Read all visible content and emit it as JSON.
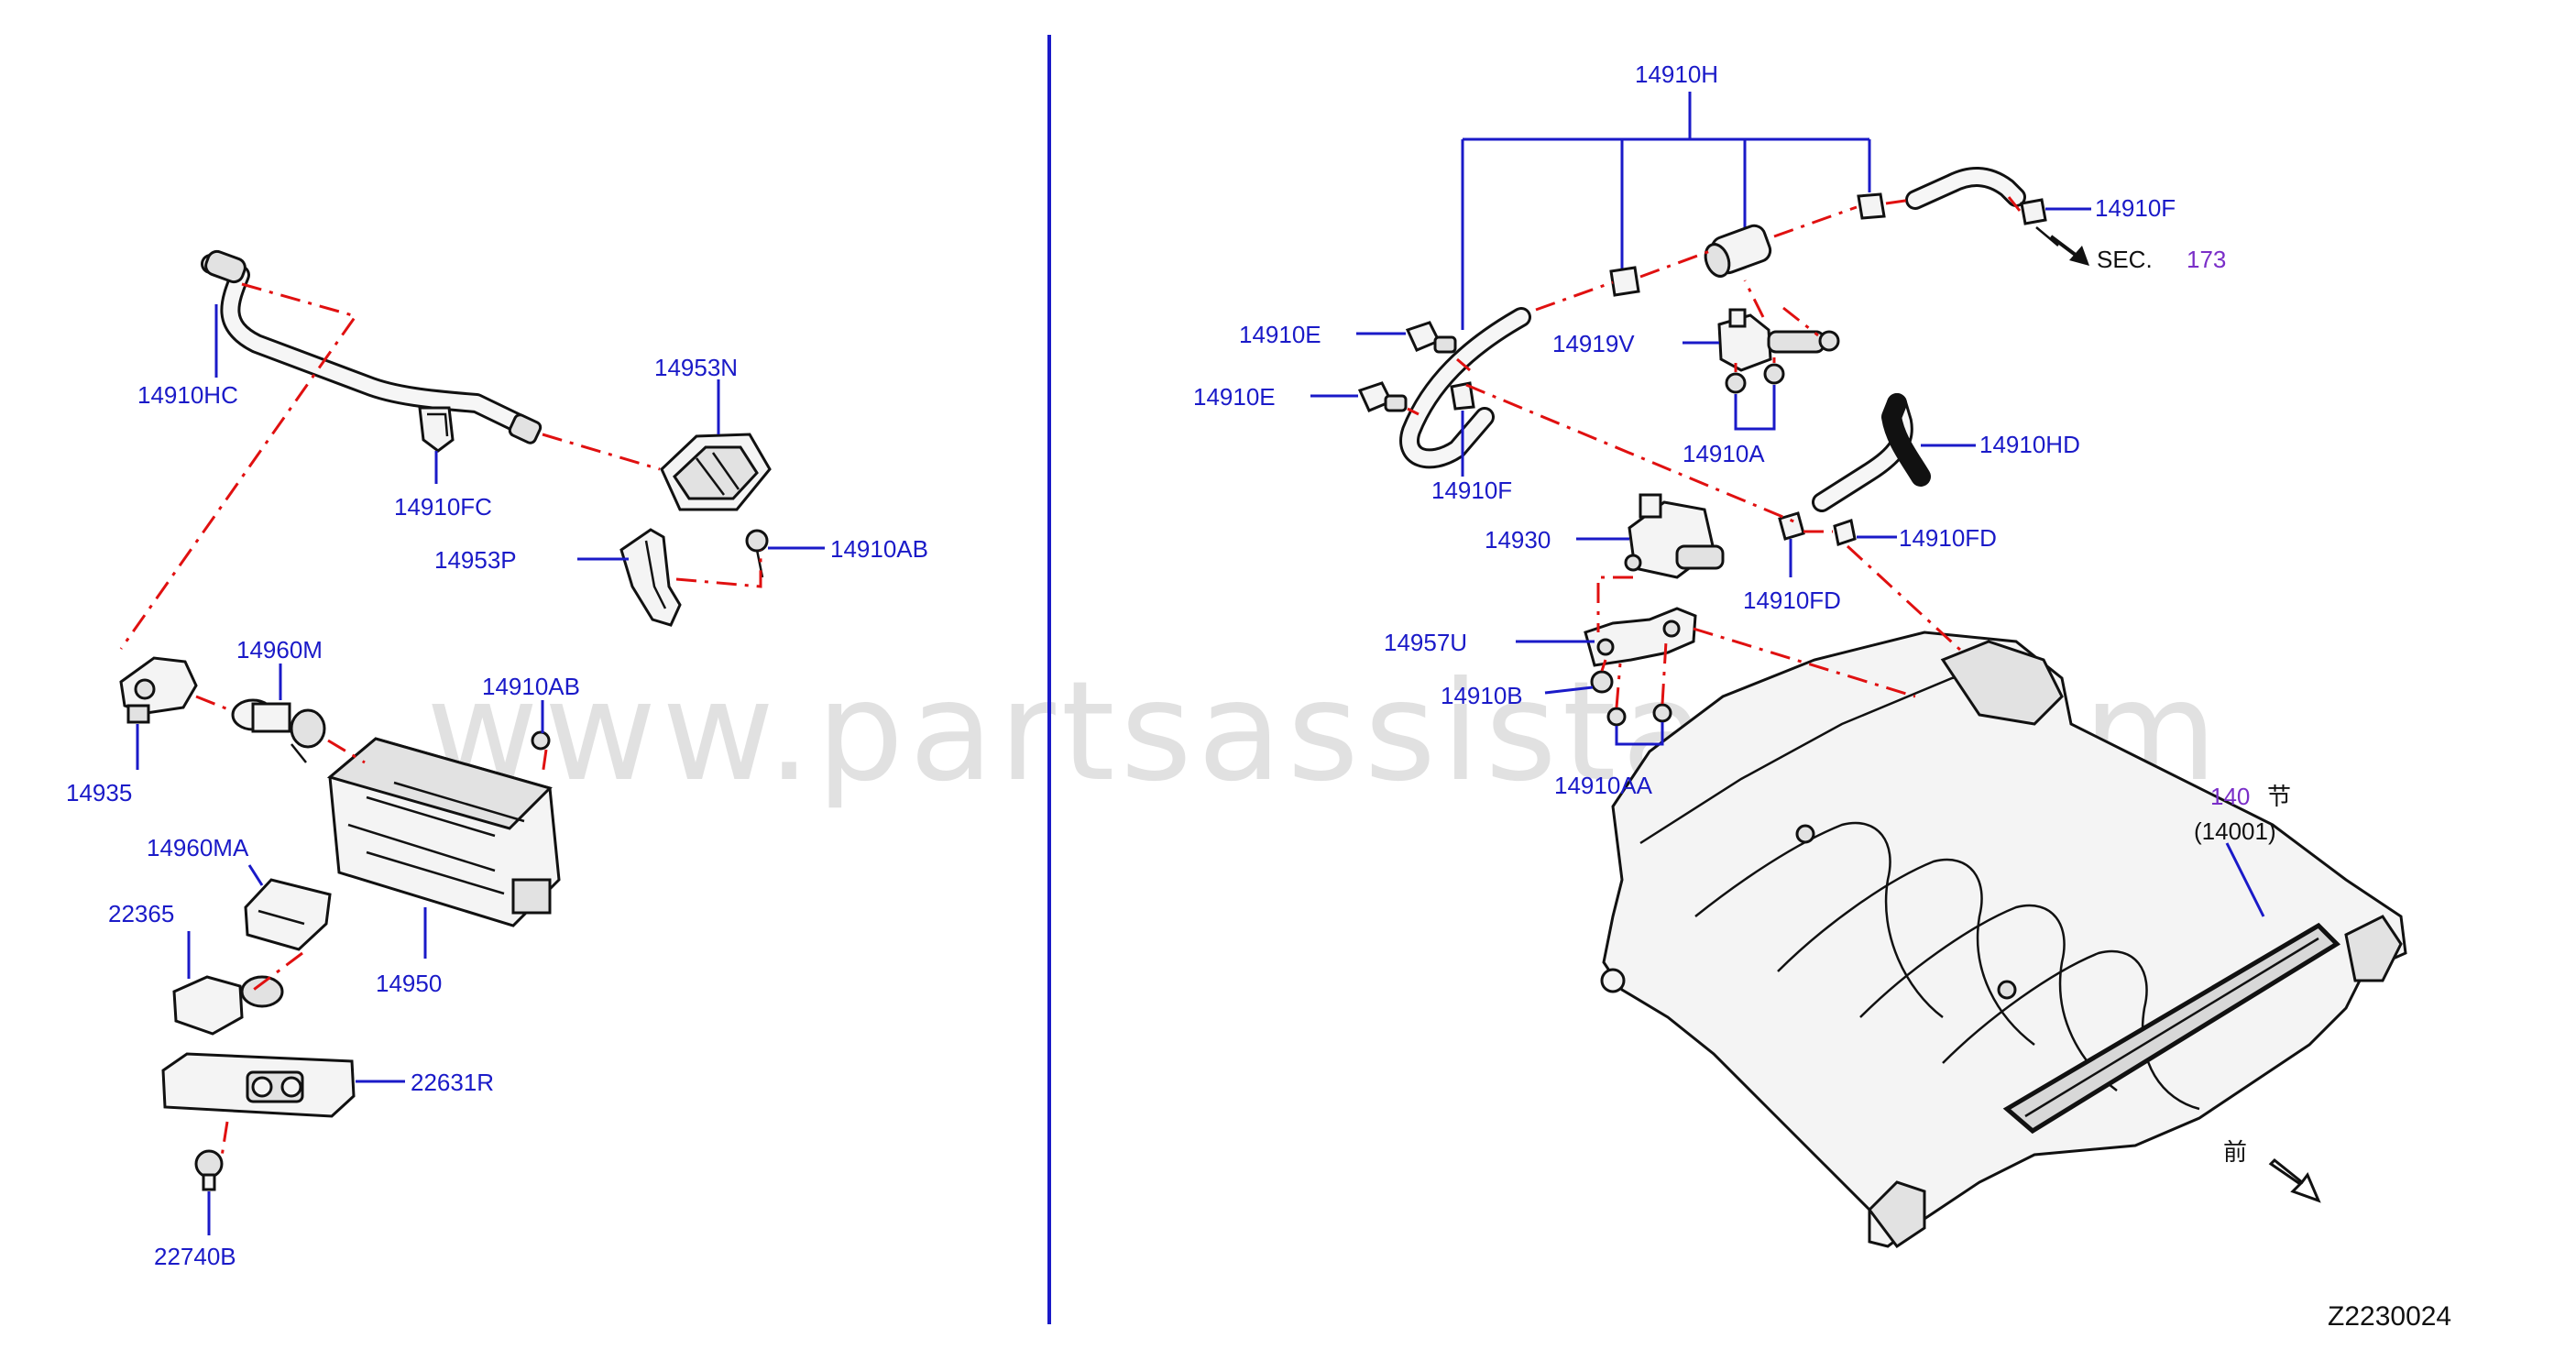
{
  "watermark": "www.partsassistant.com",
  "diagram_code": "Z2230024",
  "arrow_glyph": "前",
  "ref_glyph": "节",
  "sec_ref": {
    "prefix": "SEC.",
    "number": "173"
  },
  "manifold_ref": {
    "section": "140",
    "part": "(14001)"
  },
  "colors": {
    "label": "#1a1ac8",
    "dash": "#e01010",
    "section": "#7a2ec8"
  },
  "labels": [
    {
      "id": "14910HC",
      "text": "14910HC"
    },
    {
      "id": "14910FC",
      "text": "14910FC"
    },
    {
      "id": "14953N",
      "text": "14953N"
    },
    {
      "id": "14953P",
      "text": "14953P"
    },
    {
      "id": "14910AB-1",
      "text": "14910AB"
    },
    {
      "id": "14960M",
      "text": "14960M"
    },
    {
      "id": "14910AB-2",
      "text": "14910AB"
    },
    {
      "id": "14935",
      "text": "14935"
    },
    {
      "id": "14960MA",
      "text": "14960MA"
    },
    {
      "id": "22365",
      "text": "22365"
    },
    {
      "id": "14950",
      "text": "14950"
    },
    {
      "id": "22631R",
      "text": "22631R"
    },
    {
      "id": "22740B",
      "text": "22740B"
    },
    {
      "id": "14910H",
      "text": "14910H"
    },
    {
      "id": "14910F-top",
      "text": "14910F"
    },
    {
      "id": "14910E-1",
      "text": "14910E"
    },
    {
      "id": "14919V",
      "text": "14919V"
    },
    {
      "id": "14910E-2",
      "text": "14910E"
    },
    {
      "id": "14910A",
      "text": "14910A"
    },
    {
      "id": "14910HD",
      "text": "14910HD"
    },
    {
      "id": "14910F",
      "text": "14910F"
    },
    {
      "id": "14930",
      "text": "14930"
    },
    {
      "id": "14910FD-1",
      "text": "14910FD"
    },
    {
      "id": "14910FD-2",
      "text": "14910FD"
    },
    {
      "id": "14957U",
      "text": "14957U"
    },
    {
      "id": "14910B",
      "text": "14910B"
    },
    {
      "id": "14910AA",
      "text": "14910AA"
    }
  ]
}
